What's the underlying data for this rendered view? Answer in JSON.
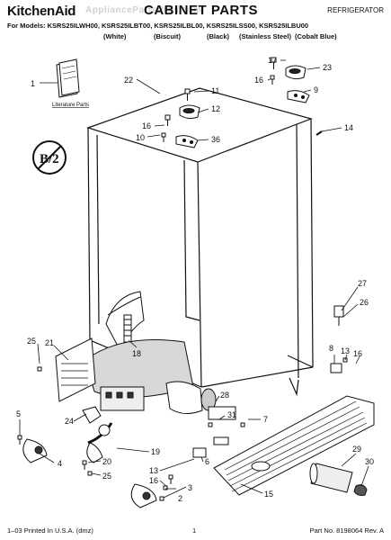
{
  "header": {
    "brand": "KitchenAid",
    "title": "CABINET PARTS",
    "category": "REFRIGERATOR",
    "models_line": "For Models: KSRS25ILWH00, KSRS25ILBT00, KSRS25ILBL00, KSRS25ILSS00, KSRS25ILBU00",
    "colors": [
      "(White)",
      "(Biscuit)",
      "(Black)",
      "(Stainless Steel)",
      "(Cobalt Blue)"
    ],
    "watermark": "AppliancePartsPros.com"
  },
  "diagram": {
    "literature_label": "Literature Parts",
    "badge_text": "B/2",
    "callouts": [
      "1",
      "22",
      "11",
      "12",
      "16",
      "10",
      "36",
      "17",
      "16",
      "23",
      "9",
      "14",
      "27",
      "26",
      "8",
      "13",
      "16",
      "25",
      "21",
      "18",
      "28",
      "5",
      "24",
      "7",
      "31",
      "4",
      "20",
      "25",
      "19",
      "13",
      "16",
      "6",
      "3",
      "2",
      "15",
      "29",
      "30"
    ]
  },
  "footer": {
    "left": "1–03 Printed In U.S.A. (dmz)",
    "center": "1",
    "right": "Part No. 8198064 Rev. A"
  }
}
